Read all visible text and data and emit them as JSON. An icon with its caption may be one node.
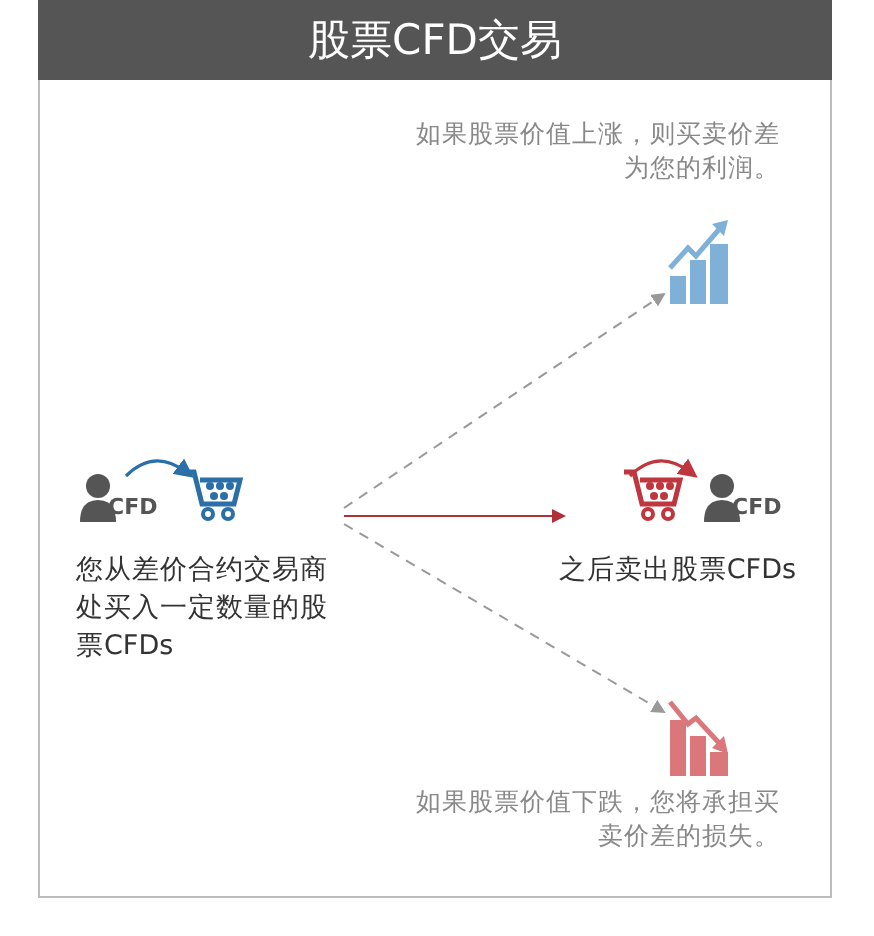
{
  "diagram": {
    "title": "股票CFD交易",
    "nodes": [
      {
        "text": [
          "CFD",
          "您从差价合约交易商处买入一定数量的股票CFDs"
        ]
      },
      {
        "text": [
          "CFD",
          "之后卖出股票CFDs"
        ]
      },
      {
        "text": [],
        "shape": "picture",
        "beside": [
          "如果股票价值上涨，则买卖价差为您的利润。"
        ]
      },
      {
        "text": [],
        "shape": "picture",
        "beside": [
          "如果股票价值下跌，您将承担买卖价差的损失。"
        ]
      }
    ],
    "edges": [
      {
        "from": 0,
        "to": 2,
        "arrow": "to",
        "style": "dashed",
        "color": "#999999"
      },
      {
        "from": 0,
        "to": 1,
        "arrow": "to",
        "color": "#b0303a"
      },
      {
        "from": 0,
        "to": 3,
        "arrow": "to",
        "style": "dashed",
        "color": "#999999"
      }
    ]
  }
}
